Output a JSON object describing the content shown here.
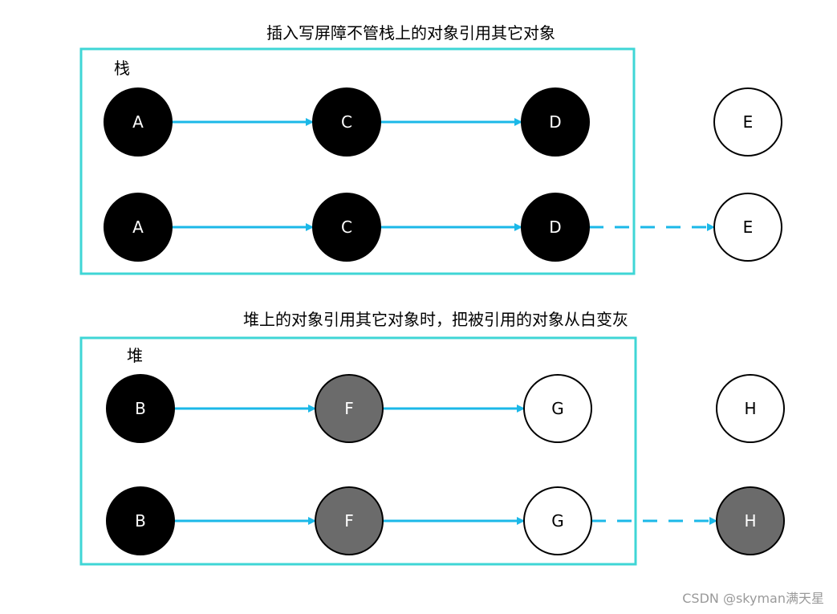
{
  "colors": {
    "box_border": "#3fd6d6",
    "arrow": "#1bb8e8",
    "black": "#000000",
    "gray": "#6b6b6b",
    "white": "#ffffff"
  },
  "sections": [
    {
      "title": "插入写屏障不管栈上的对象引用其它对象",
      "box_label": "栈",
      "rows": [
        {
          "nodes": [
            {
              "label": "A",
              "fill": "black"
            },
            {
              "label": "C",
              "fill": "black"
            },
            {
              "label": "D",
              "fill": "black"
            },
            {
              "label": "E",
              "fill": "white"
            }
          ],
          "edges": [
            {
              "from": 0,
              "to": 1,
              "style": "solid"
            },
            {
              "from": 1,
              "to": 2,
              "style": "solid"
            }
          ]
        },
        {
          "nodes": [
            {
              "label": "A",
              "fill": "black"
            },
            {
              "label": "C",
              "fill": "black"
            },
            {
              "label": "D",
              "fill": "black"
            },
            {
              "label": "E",
              "fill": "white"
            }
          ],
          "edges": [
            {
              "from": 0,
              "to": 1,
              "style": "solid"
            },
            {
              "from": 1,
              "to": 2,
              "style": "solid"
            },
            {
              "from": 2,
              "to": 3,
              "style": "dashed"
            }
          ]
        }
      ]
    },
    {
      "title": "堆上的对象引用其它对象时，把被引用的对象从白变灰",
      "box_label": "堆",
      "rows": [
        {
          "nodes": [
            {
              "label": "B",
              "fill": "black"
            },
            {
              "label": "F",
              "fill": "gray"
            },
            {
              "label": "G",
              "fill": "white"
            },
            {
              "label": "H",
              "fill": "white"
            }
          ],
          "edges": [
            {
              "from": 0,
              "to": 1,
              "style": "solid"
            },
            {
              "from": 1,
              "to": 2,
              "style": "solid"
            }
          ]
        },
        {
          "nodes": [
            {
              "label": "B",
              "fill": "black"
            },
            {
              "label": "F",
              "fill": "gray"
            },
            {
              "label": "G",
              "fill": "white"
            },
            {
              "label": "H",
              "fill": "gray"
            }
          ],
          "edges": [
            {
              "from": 0,
              "to": 1,
              "style": "solid"
            },
            {
              "from": 1,
              "to": 2,
              "style": "solid"
            },
            {
              "from": 2,
              "to": 3,
              "style": "dashed"
            }
          ]
        }
      ]
    }
  ],
  "watermark": "CSDN @skyman满天星"
}
